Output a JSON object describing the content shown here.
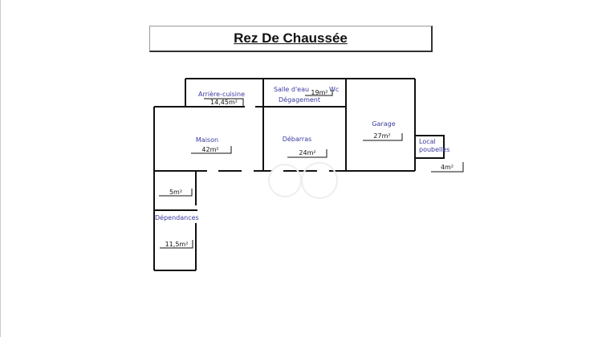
{
  "title": "Rez De Chaussée",
  "rooms": [
    {
      "name": "Arrière-cuisine",
      "area": "14,45m²"
    },
    {
      "name": "Salle d'eau",
      "area": "19m²"
    },
    {
      "name": "Wc"
    },
    {
      "name": "Dégagement"
    },
    {
      "name": "Maison",
      "area": "42m²"
    },
    {
      "name": "Débarras",
      "area": "24m²"
    },
    {
      "name": "Garage",
      "area": "27m²"
    },
    {
      "name": "Local poubelles",
      "area": "4m²"
    },
    {
      "name": "",
      "area": "5m²"
    },
    {
      "name": "Dépendances",
      "area": "11,5m²"
    }
  ],
  "colors": {
    "walls": "#111111",
    "labels": "#3a3aa0"
  }
}
